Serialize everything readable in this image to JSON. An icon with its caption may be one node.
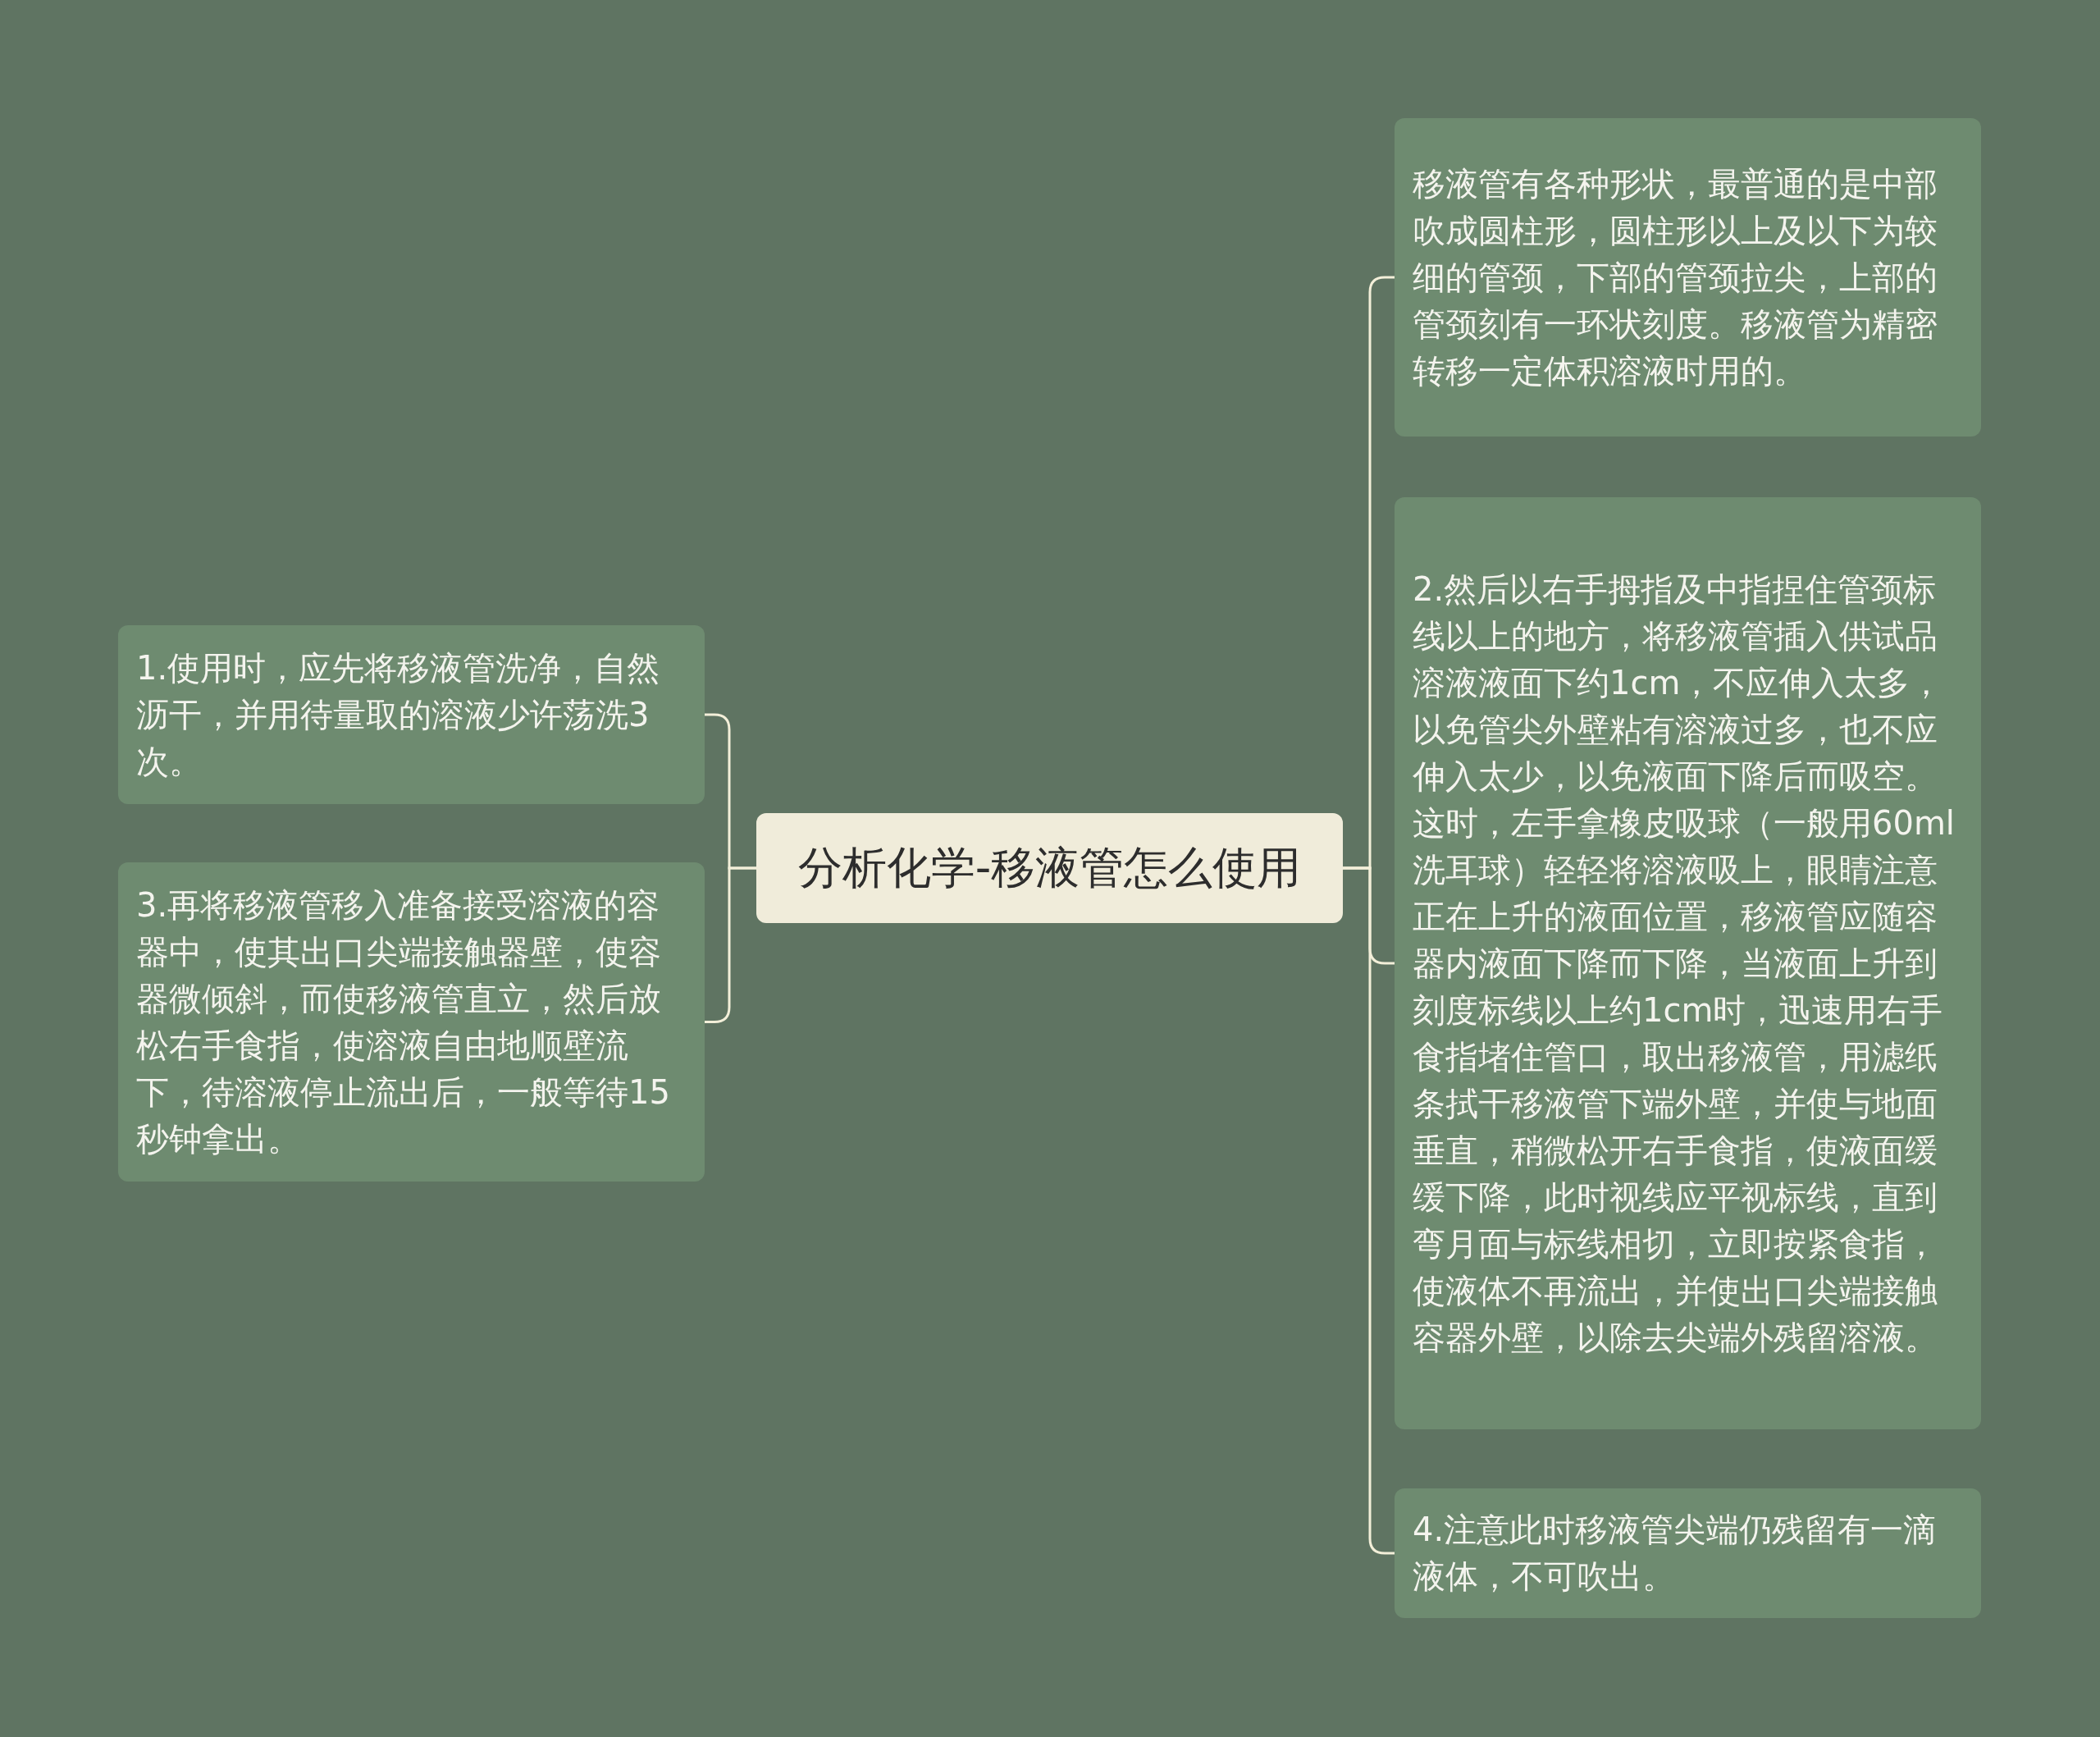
{
  "diagram": {
    "nodes": [
      {
        "text": [
          "分析化学-移液管怎么使用"
        ]
      },
      {
        "text": [
          "移液管有各种形状，最普通的是中部吹成圆柱形，圆柱形以上及以下为较细的管颈，下部的管颈拉尖，上部的管颈刻有一环状刻度。移液管为精密转移一定体积溶液时用的。"
        ]
      },
      {
        "text": [
          "2.然后以右手拇指及中指捏住管颈标线以上的地方，将移液管插入供试品溶液液面下约1cm，不应伸入太多，以免管尖外壁粘有溶液过多，也不应伸入太少，以免液面下降后而吸空。这时，左手拿橡皮吸球（一般用60ml洗耳球）轻轻将溶液吸上，眼睛注意正在上升的液面位置，移液管应随容器内液面下降而下降，当液面上升到刻度标线以上约1cm时，迅速用右手食指堵住管口，取出移液管，用滤纸条拭干移液管下端外壁，并使与地面垂直，稍微松开右手食指，使液面缓缓下降，此时视线应平视标线，直到弯月面与标线相切，立即按紧食指，使液体不再流出，并使出口尖端接触容器外壁，以除去尖端外残留溶液。"
        ]
      },
      {
        "text": [
          "4.注意此时移液管尖端仍残留有一滴液体，不可吹出。"
        ]
      },
      {
        "text": [
          "1.使用时，应先将移液管洗净，自然沥干，并用待量取的溶液少许荡洗3次。"
        ]
      },
      {
        "text": [
          "3.再将移液管移入准备接受溶液的容器中，使其出口尖端接触器壁，使容器微倾斜，而使移液管直立，然后放松右手食指，使溶液自由地顺壁流下，待溶液停止流出后，一般等待15秒钟拿出。"
        ]
      }
    ],
    "edges": [
      {
        "from": 0,
        "to": 1,
        "arrow": "none"
      },
      {
        "from": 0,
        "to": 2,
        "arrow": "none"
      },
      {
        "from": 0,
        "to": 3,
        "arrow": "none"
      },
      {
        "from": 0,
        "to": 4,
        "arrow": "none"
      },
      {
        "from": 0,
        "to": 5,
        "arrow": "none"
      }
    ]
  }
}
